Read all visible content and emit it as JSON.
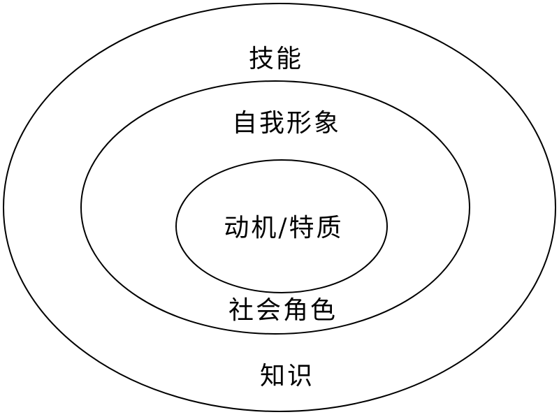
{
  "diagram": {
    "type": "concentric-ellipse-onion-model",
    "colors": {
      "stroke": "#000000",
      "background": "#ffffff"
    },
    "rings": [
      {
        "name": "outer-ring",
        "top_label": "技能",
        "bottom_label": "知识"
      },
      {
        "name": "middle-ring",
        "top_label": "自我形象",
        "bottom_label": "社会角色"
      },
      {
        "name": "inner-ring",
        "center_label": "动机/特质"
      }
    ],
    "labels": {
      "outer_top": "技能",
      "middle_top": "自我形象",
      "inner_center": "动机/特质",
      "middle_bottom": "社会角色",
      "outer_bottom": "知识"
    }
  }
}
